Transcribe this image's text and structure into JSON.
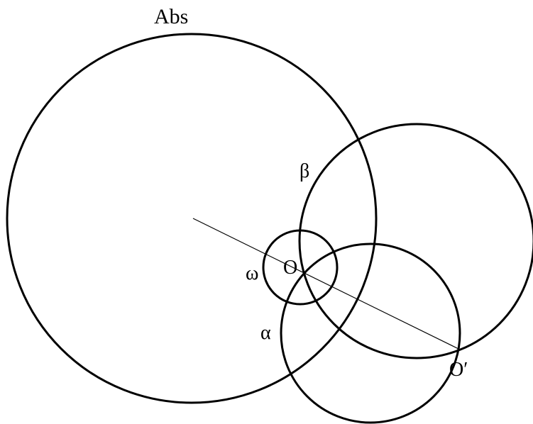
{
  "labels": {
    "abs": "Abs",
    "beta": "β",
    "omega": "ω",
    "o": "O",
    "alpha": "α",
    "o_prime": "O′"
  },
  "colors": {
    "stroke": "#000000",
    "background": "#ffffff"
  }
}
